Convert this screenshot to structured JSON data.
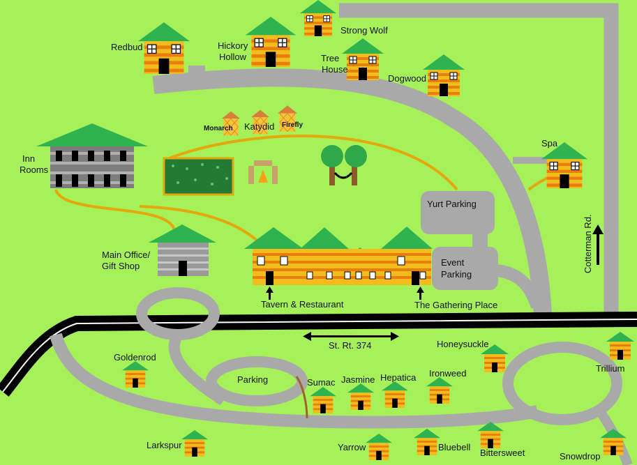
{
  "map": {
    "colors": {
      "grass": "#a6f05a",
      "road": "#a9a9a9",
      "highway": "#000000",
      "path": "#e3a80c",
      "roof": "#2fb350",
      "cabin_wall": "#f2bd1c",
      "cabin_stripe": "#e87f0c",
      "inn_wall": "#7d7d7d",
      "office_wall": "#9a9a9a",
      "pond": "#237a33",
      "tree": "#2fa84a",
      "trunk": "#8b5a2b"
    },
    "labels": {
      "redbud": "Redbud",
      "hickory_hollow": [
        "Hickory",
        "Hollow"
      ],
      "strong_wolf": "Strong Wolf",
      "tree_house": [
        "Tree",
        "House"
      ],
      "dogwood": "Dogwood",
      "monarch": "Monarch",
      "katydid": "Katydid",
      "firefly": "Firefly",
      "inn_rooms": [
        "Inn",
        "Rooms"
      ],
      "spa": "Spa",
      "yurt_parking": "Yurt Parking",
      "main_office": [
        "Main Office/",
        "Gift Shop"
      ],
      "event_parking": [
        "Event",
        "Parking"
      ],
      "tavern": "Tavern & Restaurant",
      "gathering_place": "The Gathering Place",
      "cotterman_rd": "Cotterman Rd.",
      "st_rt_374": "St. Rt. 374",
      "parking": "Parking",
      "goldenrod": "Goldenrod",
      "sumac": "Sumac",
      "jasmine": "Jasmine",
      "hepatica": "Hepatica",
      "ironweed": "Ironweed",
      "honeysuckle": "Honeysuckle",
      "trillium": "Trillium",
      "larkspur": "Larkspur",
      "yarrow": "Yarrow",
      "bluebell": "Bluebell",
      "bittersweet": "Bittersweet",
      "snowdrop": "Snowdrop"
    }
  }
}
